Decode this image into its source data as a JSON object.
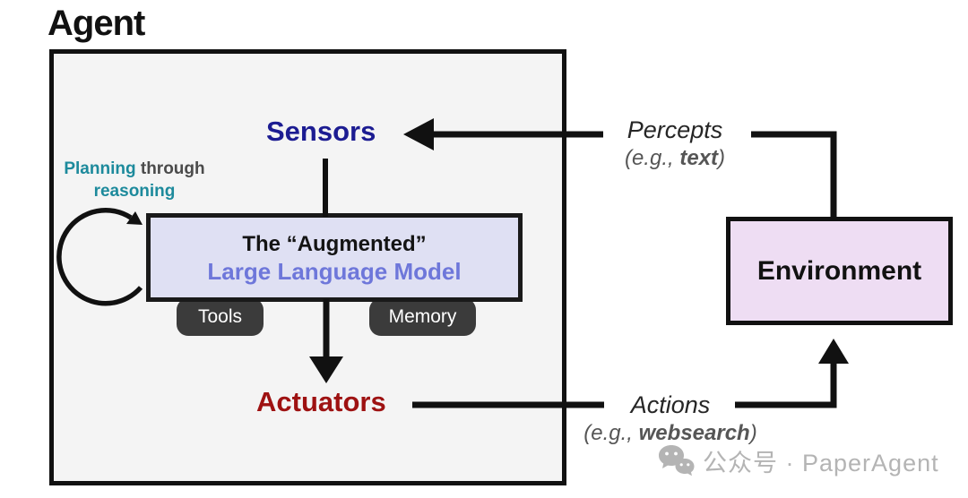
{
  "title": "Agent",
  "agent_box": {
    "sensors_label": "Sensors",
    "actuators_label": "Actuators",
    "planning": {
      "word1": "Planning",
      "word2": "through",
      "line2": "reasoning"
    },
    "llm": {
      "line1": "The “Augmented”",
      "line2": "Large Language Model"
    },
    "tools_label": "Tools",
    "memory_label": "Memory"
  },
  "environment_label": "Environment",
  "percepts": {
    "label": "Percepts",
    "eg_prefix": "(e.g., ",
    "eg_bold": "text",
    "eg_suffix": ")"
  },
  "actions": {
    "label": "Actions",
    "eg_prefix": "(e.g., ",
    "eg_bold": "websearch",
    "eg_suffix": ")"
  },
  "watermark": "公众号 · PaperAgent",
  "colors": {
    "sensors_navy": "#1c1c92",
    "actuators_red": "#9e1212",
    "planning_teal": "#1d8a9c",
    "llm_purple": "#6e77da",
    "llm_box_bg": "#dfe0f3",
    "environment_box_bg": "#eeddf3",
    "agent_box_bg": "#f4f4f4",
    "badge_bg": "#3b3b3b",
    "line_black": "#111111",
    "watermark_gray": "#b4b4b4"
  }
}
